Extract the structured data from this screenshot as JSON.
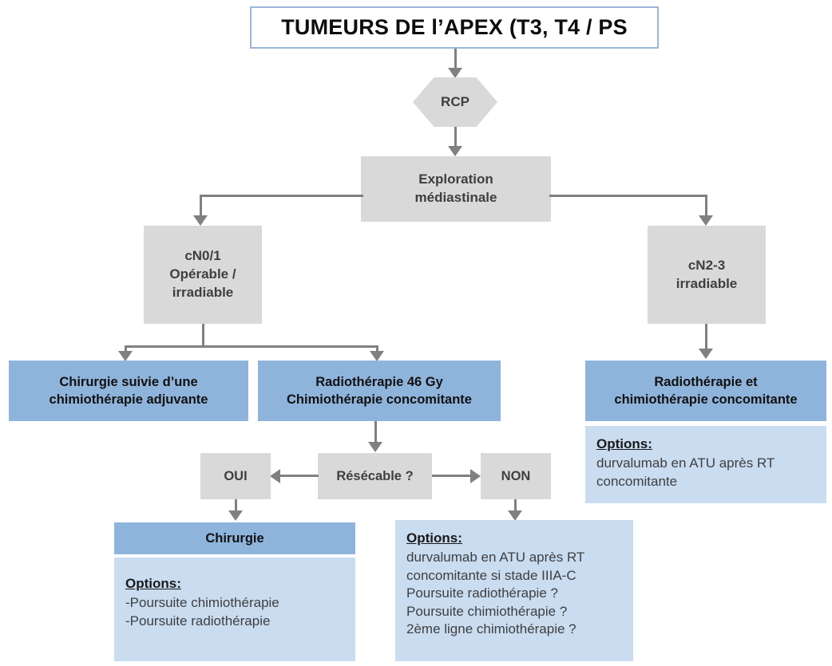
{
  "diagram": {
    "title": "TUMEURS DE l’APEX (T3, T4 / PS",
    "colors": {
      "grey_fill": "#D9D9D9",
      "blue_fill": "#8FB4DC",
      "light_blue_fill": "#C9DCF0",
      "connector": "#808080",
      "title_border": "#9BB7D8"
    },
    "nodes": {
      "rcp": "RCP",
      "exploration_line1": "Exploration",
      "exploration_line2": "médiastinale",
      "cn01_line1": "cN0/1",
      "cn01_line2": "Opérable /",
      "cn01_line3": "irradiable",
      "cn23_line1": "cN2-3",
      "cn23_line2": "irradiable",
      "chirurgie_adj_line1": "Chirurgie suivie d’une",
      "chirurgie_adj_line2": "chimiothérapie adjuvante",
      "radio46_line1": "Radiothérapie 46 Gy",
      "radio46_line2": "Chimiothérapie concomitante",
      "radiochimio_line1": "Radiothérapie et",
      "radiochimio_line2": "chimiothérapie concomitante",
      "resecable": "Résécable ?",
      "oui": "OUI",
      "non": "NON",
      "chirurgie": "Chirurgie"
    },
    "options_right_top": {
      "heading": "Options:",
      "lines": [
        "durvalumab en ATU après RT",
        "concomitante"
      ]
    },
    "options_chirurgie": {
      "heading": "Options:",
      "lines": [
        "-Poursuite chimiothérapie",
        "-Poursuite radiothérapie"
      ]
    },
    "options_non": {
      "heading": "Options:",
      "lines": [
        "durvalumab en ATU après RT",
        "concomitante si stade IIIA-C",
        "Poursuite radiothérapie ?",
        "Poursuite chimiothérapie ?",
        "2ème ligne chimiothérapie ?"
      ]
    }
  }
}
